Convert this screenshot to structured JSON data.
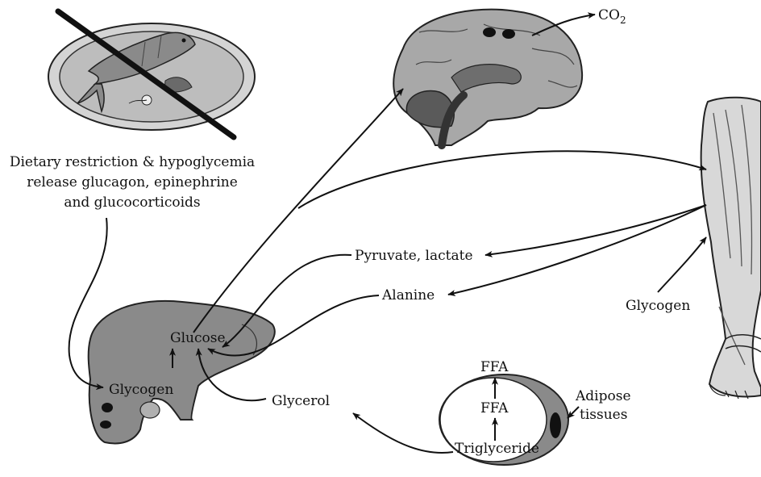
{
  "caption": {
    "line1": "Dietary restriction & hypoglycemia",
    "line2": "release glucagon, epinephrine",
    "line3": "and glucocorticoids"
  },
  "brain": {
    "output_prefix": "CO",
    "output_subscript": "2"
  },
  "liver": {
    "glucose": "Glucose",
    "glycogen": "Glycogen"
  },
  "muscle": {
    "glycogen": "Glycogen"
  },
  "metabolites": {
    "pyruvate_lactate": "Pyruvate, lactate",
    "alanine": "Alanine",
    "glycerol": "Glycerol"
  },
  "adipose": {
    "label_line1": "Adipose",
    "label_line2": "tissues",
    "ffa_out": "FFA",
    "ffa_in": "FFA",
    "triglyceride": "Triglyceride"
  },
  "colors": {
    "organ_fill": "#7a7a7a",
    "organ_dark": "#4a4a4a",
    "organ_light": "#b8b8b8",
    "plate": "#c9c9c9",
    "stroke": "#111111"
  }
}
